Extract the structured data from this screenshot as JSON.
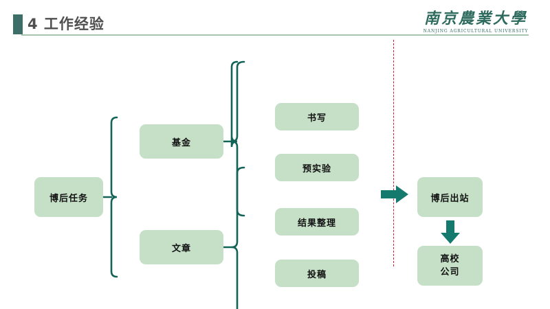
{
  "slide": {
    "title": "4 工作经验",
    "accent_color": "#3d6f68",
    "rule_color": "#a8c3ae",
    "node_fill": "#c6e0c8",
    "brace_color": "#136357",
    "divider_color": "#d6192e",
    "arrow_color": "#157a6e"
  },
  "logo": {
    "name_cn": "南京農業大學",
    "name_en": "NANJING AGRICULTURAL UNIVERSITY"
  },
  "diagram": {
    "root": {
      "label": "博后任务"
    },
    "branches": [
      {
        "label": "基金",
        "children": [
          {
            "label": "书写"
          },
          {
            "label": "预实验"
          }
        ]
      },
      {
        "label": "文章",
        "children": [
          {
            "label": "结果整理"
          },
          {
            "label": "投稿"
          }
        ]
      }
    ],
    "outcome": {
      "exit": {
        "label": "博后出站"
      },
      "destination": {
        "line1": "高校",
        "line2": "公司"
      }
    }
  }
}
